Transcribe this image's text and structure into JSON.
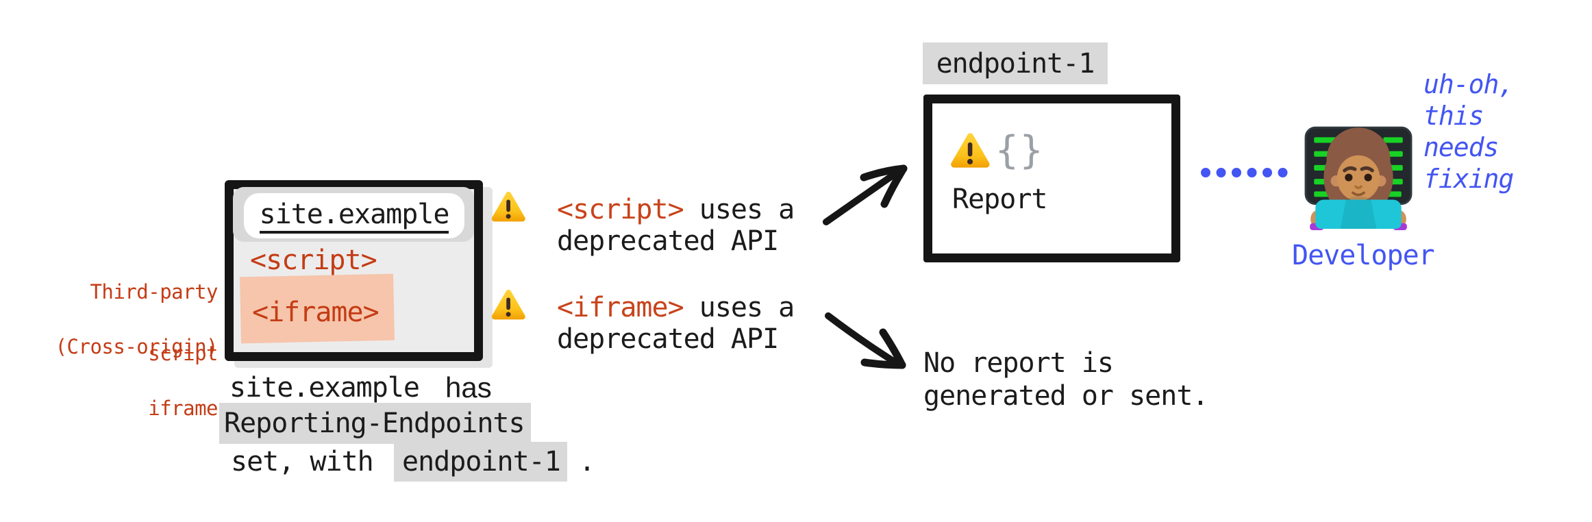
{
  "colors": {
    "ink": "#1b1b1b",
    "red_label": "#c43c15",
    "red_tag": "#c8431a",
    "blue": "#4355f2",
    "salmon_highlight": "#f6c5ab",
    "gray_highlight": "#d9d9d9",
    "warning_yellow": "#fcc21b"
  },
  "icons": {
    "warning": "warning-triangle",
    "developer": "woman-technologist",
    "connector": "blue-dotted-line"
  },
  "side_labels": {
    "script_line1": "Third-party",
    "script_line2": "script",
    "iframe_line1": "(Cross-origin)",
    "iframe_line2": "iframe"
  },
  "browser_window": {
    "address_bar": "site.example",
    "script_tag": "<script>",
    "iframe_tag": "<iframe>"
  },
  "caption": {
    "line1_code": "site.example",
    "line1_rest": "has",
    "line2_code": "Reporting-Endpoints",
    "line3_pre": "set, with",
    "line3_code": "endpoint-1",
    "line3_post": "."
  },
  "warnings": [
    {
      "tag": "<script>",
      "suffix": " uses a",
      "line2": "deprecated API"
    },
    {
      "tag": "<iframe>",
      "suffix": " uses a",
      "line2": "deprecated API"
    }
  ],
  "endpoint": {
    "label": "endpoint-1",
    "braces": "{}",
    "report": "Report"
  },
  "no_report": {
    "line1": "No report is",
    "line2": "generated or sent."
  },
  "developer": {
    "thought_line1": "uh-oh,",
    "thought_line2": "this",
    "thought_line3": "needs",
    "thought_line4": "fixing",
    "label": "Developer"
  }
}
